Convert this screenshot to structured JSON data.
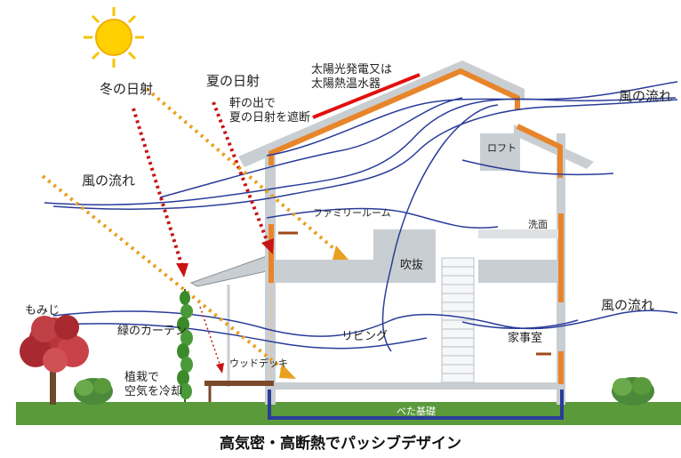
{
  "labels": {
    "winter_sun": "冬の日射",
    "summer_sun": "夏の日射",
    "eave": [
      "軒の出で",
      "夏の日射を遮断"
    ],
    "solar": [
      "太陽光発電又は",
      "太陽熱温水器"
    ],
    "wind_top_right": "風の流れ",
    "wind_left": "風の流れ",
    "wind_right": "風の流れ",
    "loft": "ロフト",
    "family_room": "ファミリールーム",
    "washroom": "洗面",
    "atrium": "吹抜",
    "living": "リビング",
    "housework": "家事室",
    "maple": "もみじ",
    "green_curtain": "緑のカーテン",
    "wood_deck": "ウッドデッキ",
    "planting": [
      "植栽で",
      "空気を冷却"
    ],
    "foundation": "べた基礎"
  },
  "caption": "高気密・高断熱でパッシブデザイン",
  "colors": {
    "roof_insulation": "#e8852a",
    "solar_panel": "#e01010",
    "winter_arrow": "#c81414",
    "summer_arrow": "#e8a020",
    "wind": "#2a3c9a",
    "ground": "#5a9a3a",
    "foundation": "#2a3c9a",
    "structure": "#b9bfc4",
    "sun": "#f5c400"
  },
  "icons": [
    "sun-icon",
    "maple-tree-icon",
    "shrub-icon",
    "vine-icon"
  ]
}
